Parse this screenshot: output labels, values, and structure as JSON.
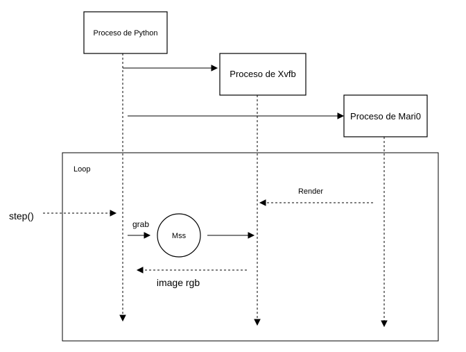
{
  "participants": {
    "python": "Proceso de Python",
    "xvfb": "Proceso de Xvfb",
    "mario": "Proceso de Mari0"
  },
  "loop": {
    "label": "Loop"
  },
  "messages": {
    "render": "Render",
    "step": "step()",
    "grab": "grab",
    "image_rgb": "image rgb"
  },
  "nodes": {
    "mss": "Mss"
  }
}
